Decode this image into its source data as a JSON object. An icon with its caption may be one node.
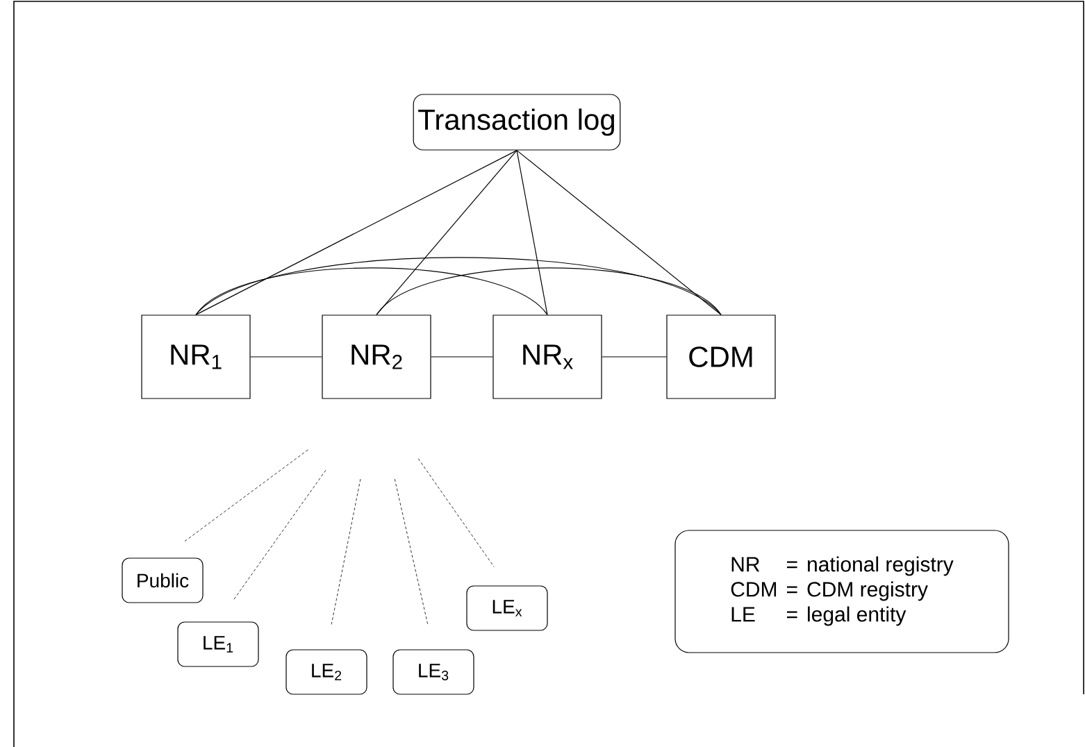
{
  "diagram": {
    "nodes": [
      {
        "text": [
          "Transaction log"
        ]
      },
      {
        "text": [
          "NR$_{1}$"
        ]
      },
      {
        "text": [
          "NR$_{2}$"
        ]
      },
      {
        "text": [
          "NR$_{x}$"
        ]
      },
      {
        "text": [
          "CDM"
        ]
      },
      {
        "text": [
          "Public"
        ]
      },
      {
        "text": [
          "LE$_{1}$"
        ]
      },
      {
        "text": [
          "LE$_{2}$"
        ]
      },
      {
        "text": [
          "LE$_{3}$"
        ]
      },
      {
        "text": [
          "LE$_{x}$"
        ]
      },
      {
        "text": [
          "NR",
          "=",
          "national registry",
          "CDM",
          "=",
          "CDM registry",
          "LE",
          "=",
          "legal entity"
        ]
      }
    ],
    "edges": [
      {
        "from": 0,
        "to": 1,
        "arrow": "none"
      },
      {
        "from": 0,
        "to": 2,
        "arrow": "none"
      },
      {
        "from": 0,
        "to": 3,
        "arrow": "none"
      },
      {
        "from": 0,
        "to": 4,
        "arrow": "none"
      },
      {
        "from": 1,
        "to": 3,
        "arrow": "none"
      },
      {
        "from": 1,
        "to": 4,
        "arrow": "none"
      },
      {
        "from": 2,
        "to": 4,
        "arrow": "none"
      },
      {
        "from": 1,
        "to": 2,
        "arrow": "none"
      },
      {
        "from": 2,
        "to": 3,
        "arrow": "none"
      },
      {
        "from": 3,
        "to": 4,
        "arrow": "none"
      },
      {
        "from": 2,
        "to": 5,
        "arrow": "none",
        "style": "dashed"
      },
      {
        "from": 2,
        "to": 6,
        "arrow": "none",
        "style": "dashed"
      },
      {
        "from": 2,
        "to": 7,
        "arrow": "none",
        "style": "dashed"
      },
      {
        "from": 2,
        "to": 8,
        "arrow": "none",
        "style": "dashed"
      },
      {
        "from": 2,
        "to": 9,
        "arrow": "none",
        "style": "dashed"
      }
    ]
  }
}
